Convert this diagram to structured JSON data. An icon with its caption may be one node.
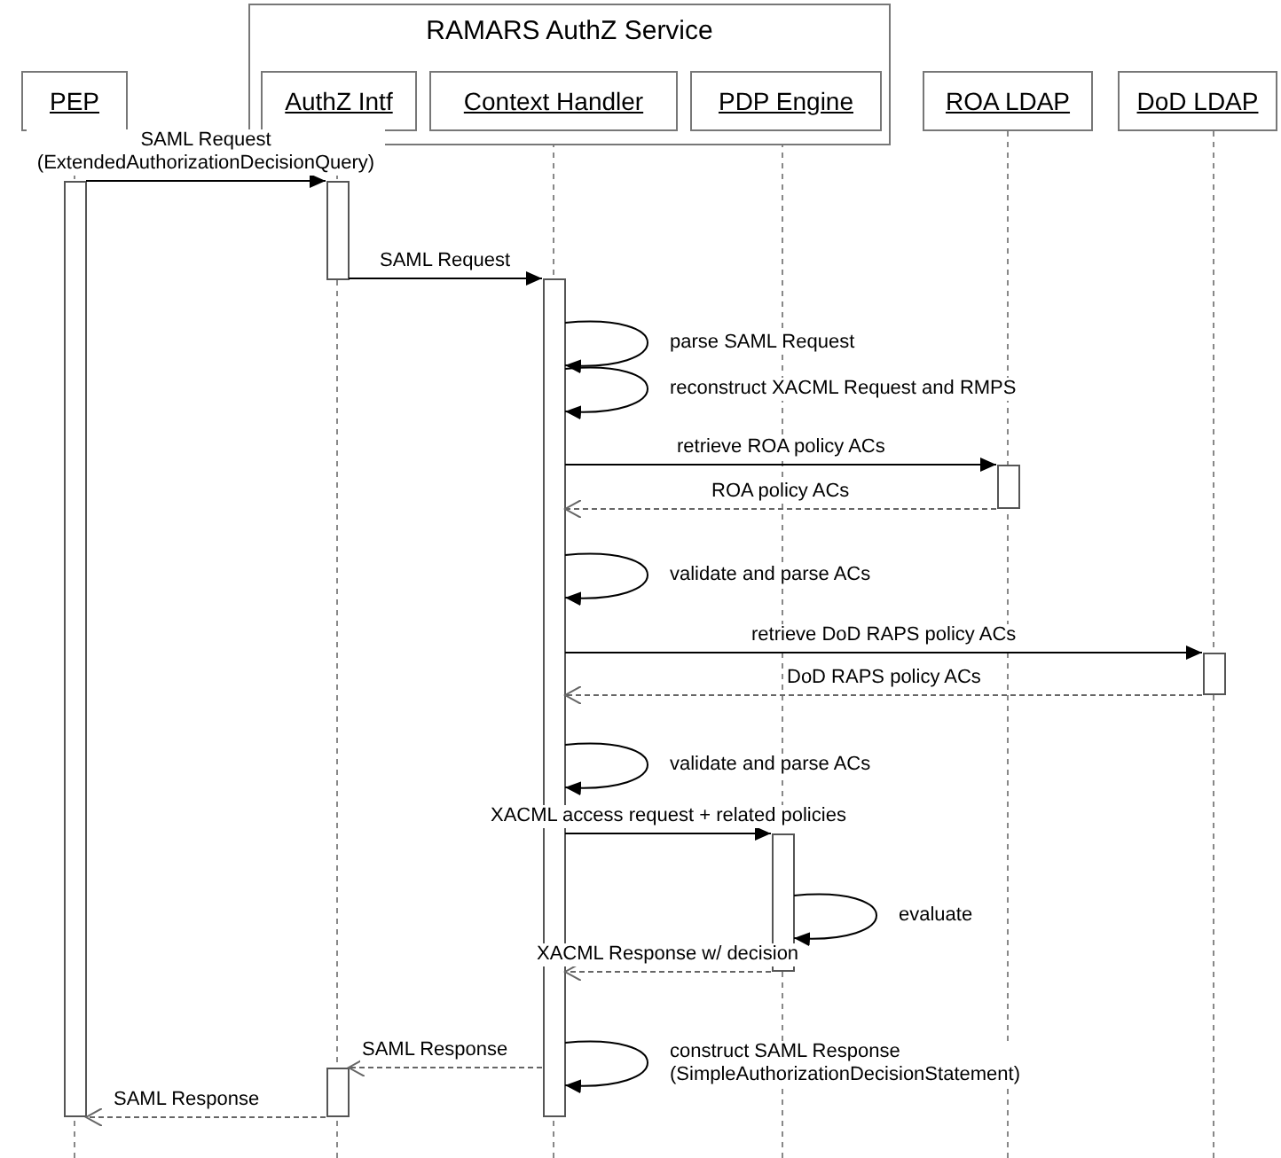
{
  "diagram": {
    "nodes": [
      {
        "text": [
          "RAMARS AuthZ Service"
        ]
      },
      {
        "text": [
          "PEP"
        ]
      },
      {
        "text": [
          "AuthZ Intf"
        ],
        "in": 0
      },
      {
        "text": [
          "Context Handler"
        ],
        "in": 0
      },
      {
        "text": [
          "PDP Engine"
        ],
        "in": 0
      },
      {
        "text": [
          "ROA LDAP"
        ]
      },
      {
        "text": [
          "DoD LDAP"
        ]
      },
      {
        "text": [],
        "shape": "bar"
      },
      {
        "text": [],
        "shape": "bar"
      },
      {
        "text": [],
        "shape": "bar"
      },
      {
        "text": [],
        "shape": "bar"
      },
      {
        "text": [],
        "shape": "bar"
      },
      {
        "text": [],
        "shape": "bar"
      },
      {
        "text": [],
        "shape": "bar"
      }
    ],
    "edges": [
      {
        "from": 7,
        "to": 8,
        "arrow": "to",
        "label": "SAML Request (ExtendedAuthorizationDecisionQuery)"
      },
      {
        "from": 8,
        "to": 10,
        "arrow": "to",
        "label": "SAML Request"
      },
      {
        "from": 10,
        "to": 10,
        "arrow": "to",
        "label": "parse SAML Request"
      },
      {
        "from": 10,
        "to": 10,
        "arrow": "to",
        "label": "reconstruct XACML Request and RMPS"
      },
      {
        "from": 10,
        "to": 12,
        "arrow": "to",
        "label": "retrieve ROA policy ACs"
      },
      {
        "from": 12,
        "to": 10,
        "arrow": "to",
        "label": "ROA policy ACs",
        "style": "dashed",
        "color": "#666666"
      },
      {
        "from": 10,
        "to": 10,
        "arrow": "to",
        "label": "validate and parse ACs"
      },
      {
        "from": 10,
        "to": 13,
        "arrow": "to",
        "label": "retrieve DoD RAPS policy ACs"
      },
      {
        "from": 13,
        "to": 10,
        "arrow": "to",
        "label": "DoD RAPS policy ACs",
        "style": "dashed",
        "color": "#666666"
      },
      {
        "from": 10,
        "to": 10,
        "arrow": "to",
        "label": "validate and parse ACs"
      },
      {
        "from": 10,
        "to": 11,
        "arrow": "to",
        "label": "XACML access request + related policies"
      },
      {
        "from": 11,
        "to": 11,
        "arrow": "to",
        "label": "evaluate"
      },
      {
        "from": 11,
        "to": 10,
        "arrow": "to",
        "label": "XACML Response w/ decision",
        "style": "dashed",
        "color": "#666666"
      },
      {
        "from": 10,
        "to": 9,
        "arrow": "to",
        "label": "SAML Response",
        "style": "dashed",
        "color": "#666666"
      },
      {
        "from": 10,
        "to": 10,
        "arrow": "to",
        "label": "construct SAML Response (SimpleAuthorizationDecisionStatement)"
      },
      {
        "from": 9,
        "to": 7,
        "arrow": "to",
        "label": "SAML Response",
        "style": "dashed",
        "color": "#666666"
      }
    ]
  }
}
